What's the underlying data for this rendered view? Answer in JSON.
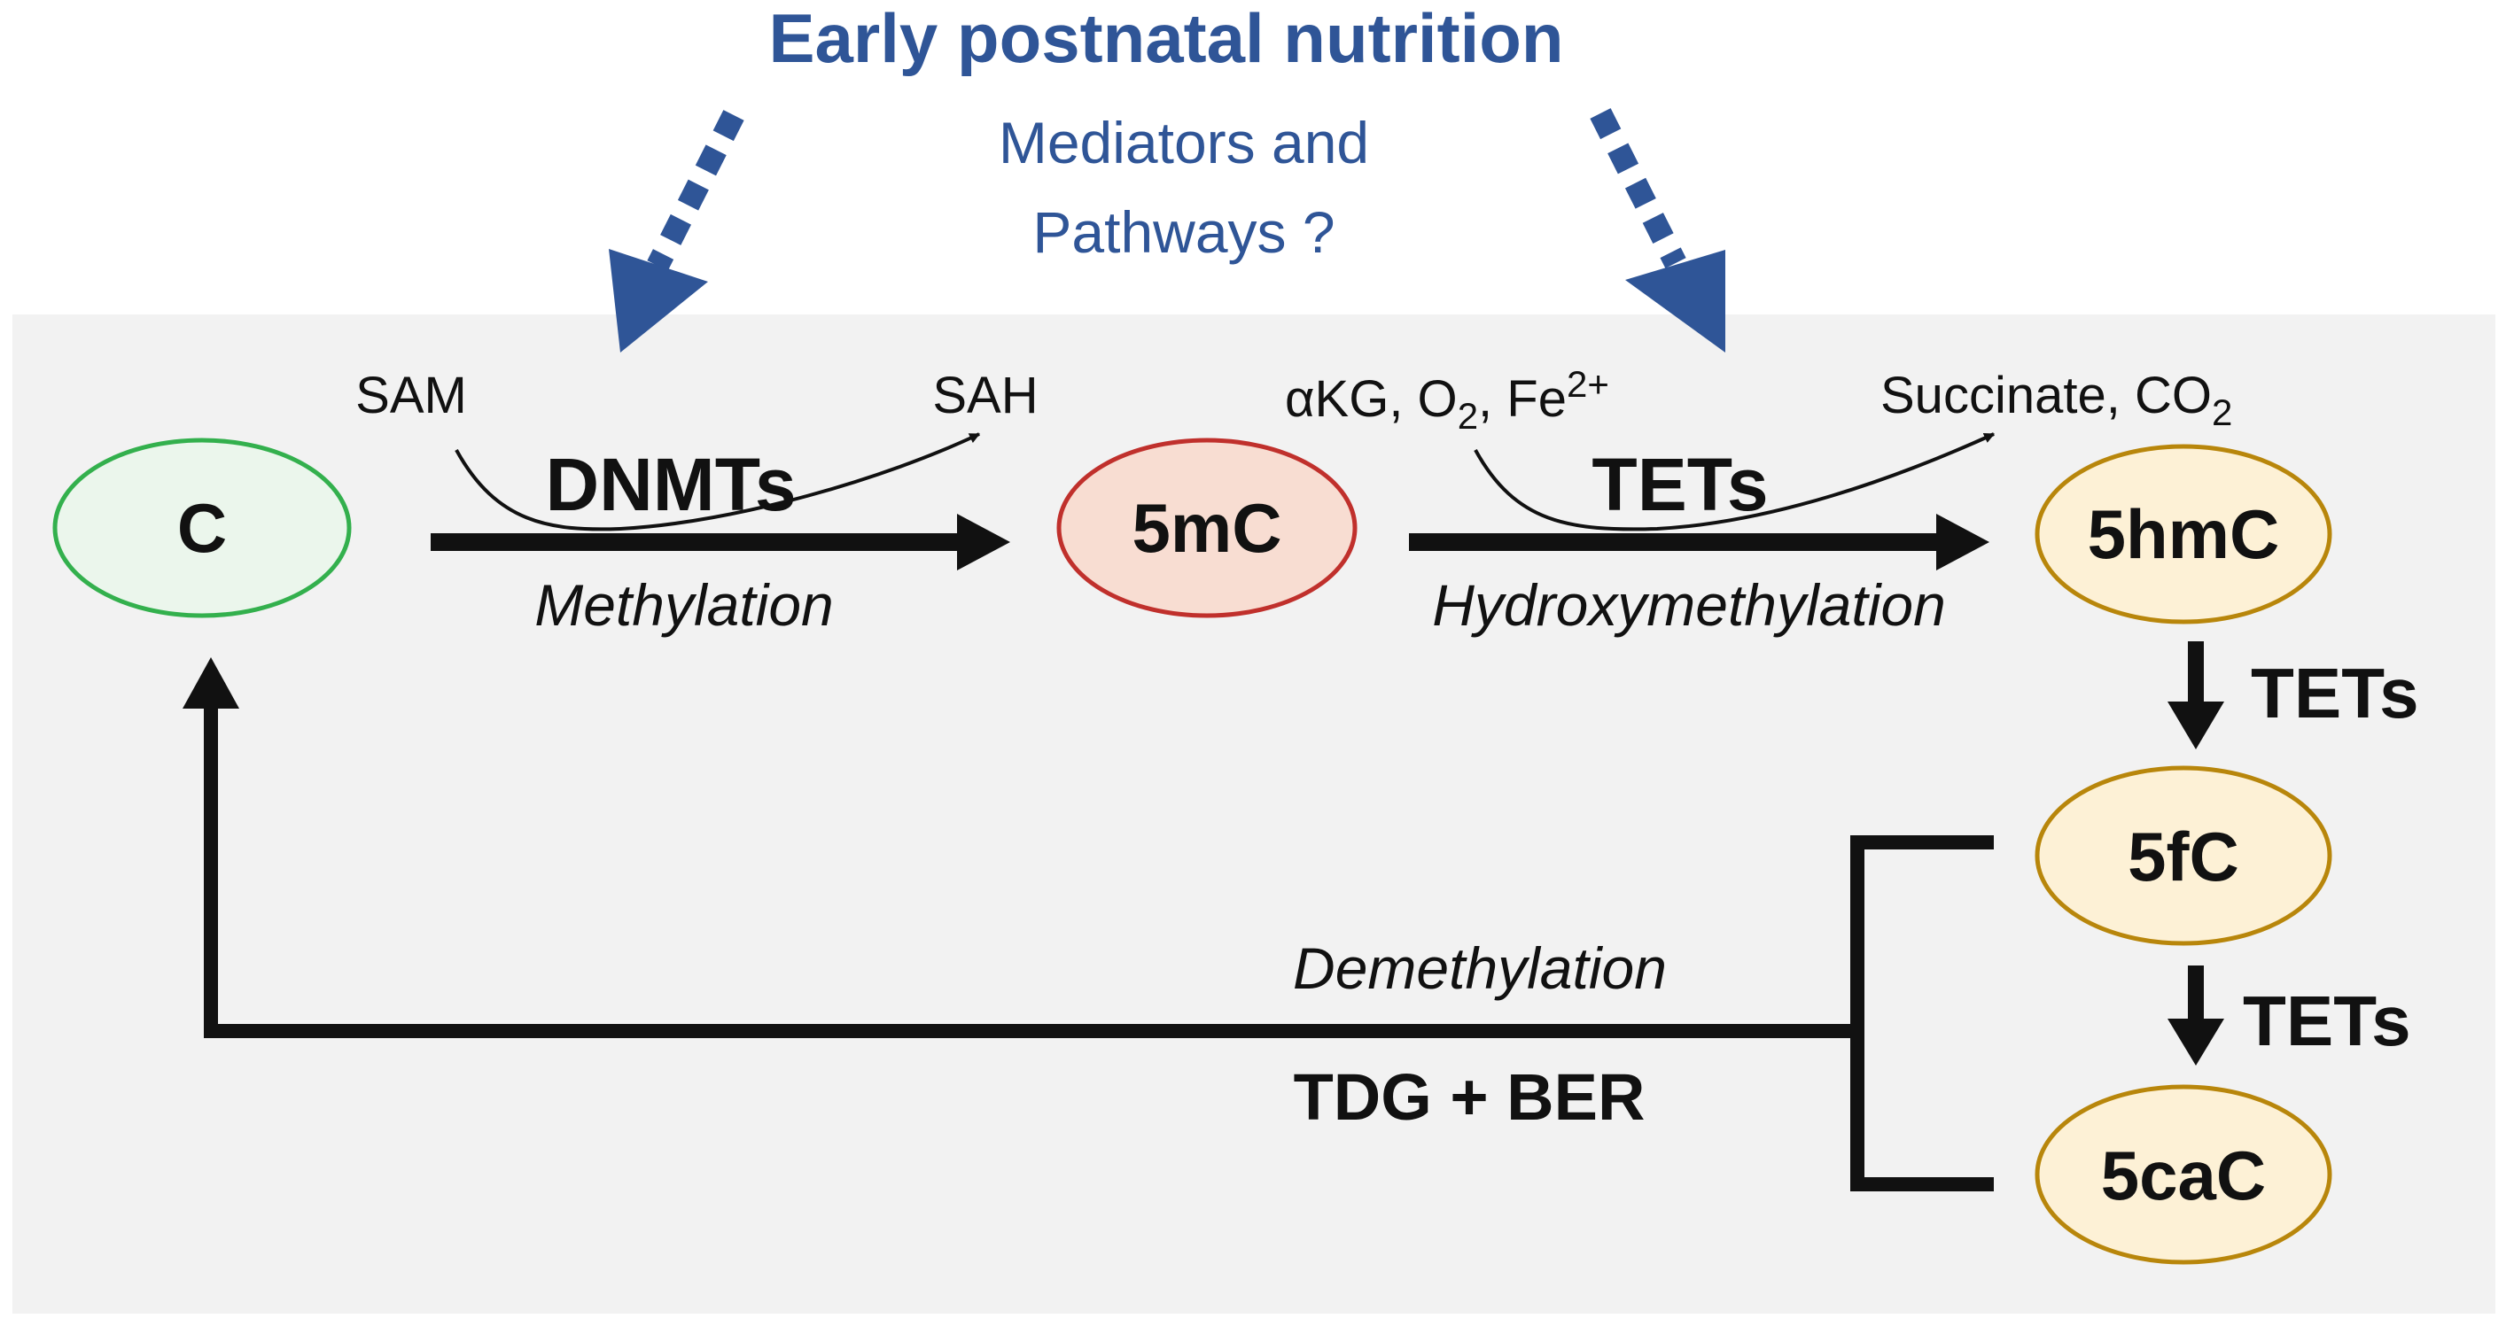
{
  "header": {
    "title": "Early postnatal nutrition",
    "subtitle_line1": "Mediators and",
    "subtitle_line2": "Pathways ?"
  },
  "nodes": {
    "c": "C",
    "m5c": "5mC",
    "hm5c": "5hmC",
    "f5c": "5fC",
    "ca5c": "5caC"
  },
  "methylation": {
    "enzyme": "DNMTs",
    "process": "Methylation",
    "cofactor_in": "SAM",
    "cofactor_out": "SAH"
  },
  "hydroxymethylation": {
    "enzyme": "TETs",
    "process": "Hydroxymethylation",
    "cofactor_in_prefix": "αKG, O",
    "cofactor_in_o2_sub": "2",
    "cofactor_in_mid": ", Fe",
    "cofactor_in_fe_sup": "2+",
    "cofactor_out_prefix": "Succinate, CO",
    "cofactor_out_sub": "2"
  },
  "oxidation_steps": {
    "to_5fc_enzyme": "TETs",
    "to_5cac_enzyme": "TETs"
  },
  "demethylation": {
    "process": "Demethylation",
    "mechanism": "TDG + BER"
  },
  "colors": {
    "title_blue": "#2f5597",
    "arrow_blue": "#2f5597",
    "panel_bg": "#f2f2f2",
    "c_fill": "#ebf6ec",
    "c_stroke": "#33b04d",
    "m5c_fill": "#f8ddd2",
    "m5c_stroke": "#c0302c",
    "ox_fill": "#fdf1d6",
    "ox_stroke": "#b8860b"
  }
}
